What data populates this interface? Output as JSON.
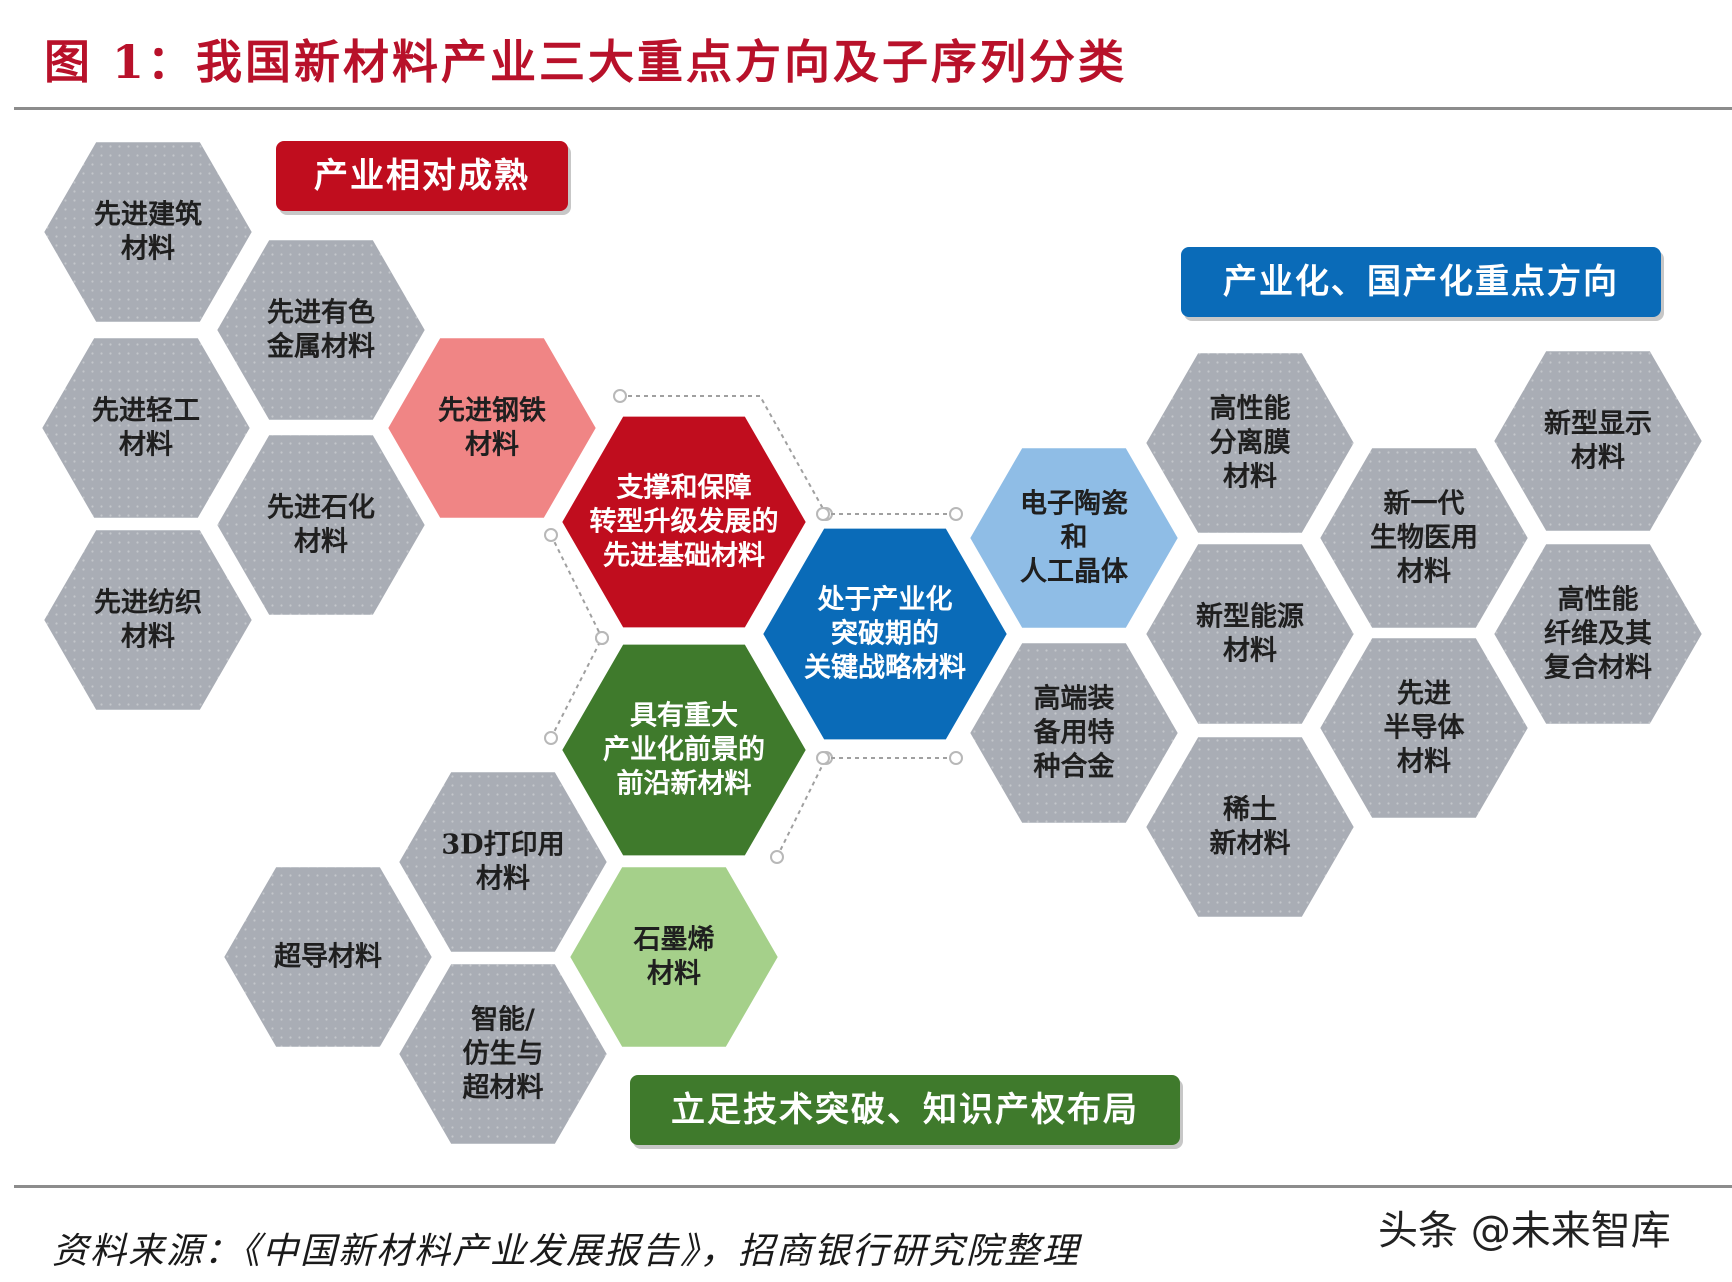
{
  "title": "图 1：我国新材料产业三大重点方向及子序列分类",
  "colors": {
    "title": "#b8112a",
    "gray_hex": "#a9adb5",
    "red": "#c00d1e",
    "pink": "#f08585",
    "blue": "#0a6bb8",
    "light_blue": "#8fbde6",
    "green": "#3f7a2c",
    "light_green": "#a5d08a"
  },
  "banners": {
    "mature": "产业相对成熟",
    "domestic": "产业化、国产化重点方向",
    "technology": "立足技术突破、知识产权布局"
  },
  "hexagons": [
    {
      "id": "hex-advanced-building-materials",
      "lines": [
        "先进建筑",
        "材料"
      ],
      "style": "gray"
    },
    {
      "id": "hex-advanced-nonferrous-metals",
      "lines": [
        "先进有色",
        "金属材料"
      ],
      "style": "gray"
    },
    {
      "id": "hex-advanced-light-industry",
      "lines": [
        "先进轻工",
        "材料"
      ],
      "style": "gray"
    },
    {
      "id": "hex-advanced-steel",
      "lines": [
        "先进钢铁",
        "材料"
      ],
      "style": "pink"
    },
    {
      "id": "hex-advanced-petrochemical",
      "lines": [
        "先进石化",
        "材料"
      ],
      "style": "gray"
    },
    {
      "id": "hex-advanced-textile",
      "lines": [
        "先进纺织",
        "材料"
      ],
      "style": "gray"
    },
    {
      "id": "hex-basic-materials",
      "lines": [
        "支撑和保障",
        "转型升级发展的",
        "先进基础材料"
      ],
      "style": "red"
    },
    {
      "id": "hex-key-strategic-materials",
      "lines": [
        "处于产业化",
        "突破期的",
        "关键战略材料"
      ],
      "style": "blue"
    },
    {
      "id": "hex-frontier-materials",
      "lines": [
        "具有重大",
        "产业化前景的",
        "前沿新材料"
      ],
      "style": "green"
    },
    {
      "id": "hex-electronic-ceramics",
      "lines": [
        "电子陶瓷",
        "和",
        "人工晶体"
      ],
      "style": "light_blue"
    },
    {
      "id": "hex-high-end-alloys",
      "lines": [
        "高端装",
        "备用特",
        "种合金"
      ],
      "style": "gray"
    },
    {
      "id": "hex-separation-membrane",
      "lines": [
        "高性能",
        "分离膜",
        "材料"
      ],
      "style": "gray"
    },
    {
      "id": "hex-new-energy-materials",
      "lines": [
        "新型能源",
        "材料"
      ],
      "style": "gray"
    },
    {
      "id": "hex-rare-earth",
      "lines": [
        "稀土",
        "新材料"
      ],
      "style": "gray"
    },
    {
      "id": "hex-biomedical",
      "lines": [
        "新一代",
        "生物医用",
        "材料"
      ],
      "style": "gray"
    },
    {
      "id": "hex-semiconductor",
      "lines": [
        "先进",
        "半导体",
        "材料"
      ],
      "style": "gray"
    },
    {
      "id": "hex-display-materials",
      "lines": [
        "新型显示",
        "材料"
      ],
      "style": "gray"
    },
    {
      "id": "hex-high-performance-fiber",
      "lines": [
        "高性能",
        "纤维及其",
        "复合材料"
      ],
      "style": "gray"
    },
    {
      "id": "hex-3d-printing",
      "lines": [
        "3D打印用",
        "材料"
      ],
      "style": "gray"
    },
    {
      "id": "hex-superconducting",
      "lines": [
        "超导材料"
      ],
      "style": "gray"
    },
    {
      "id": "hex-graphene",
      "lines": [
        "石墨烯",
        "材料"
      ],
      "style": "light_green"
    },
    {
      "id": "hex-smart-biomimetic",
      "lines": [
        "智能/",
        "仿生与",
        "超材料"
      ],
      "style": "gray"
    }
  ],
  "source": "资料来源：《中国新材料产业发展报告》，招商银行研究院整理",
  "watermark": "头条 @未来智库"
}
